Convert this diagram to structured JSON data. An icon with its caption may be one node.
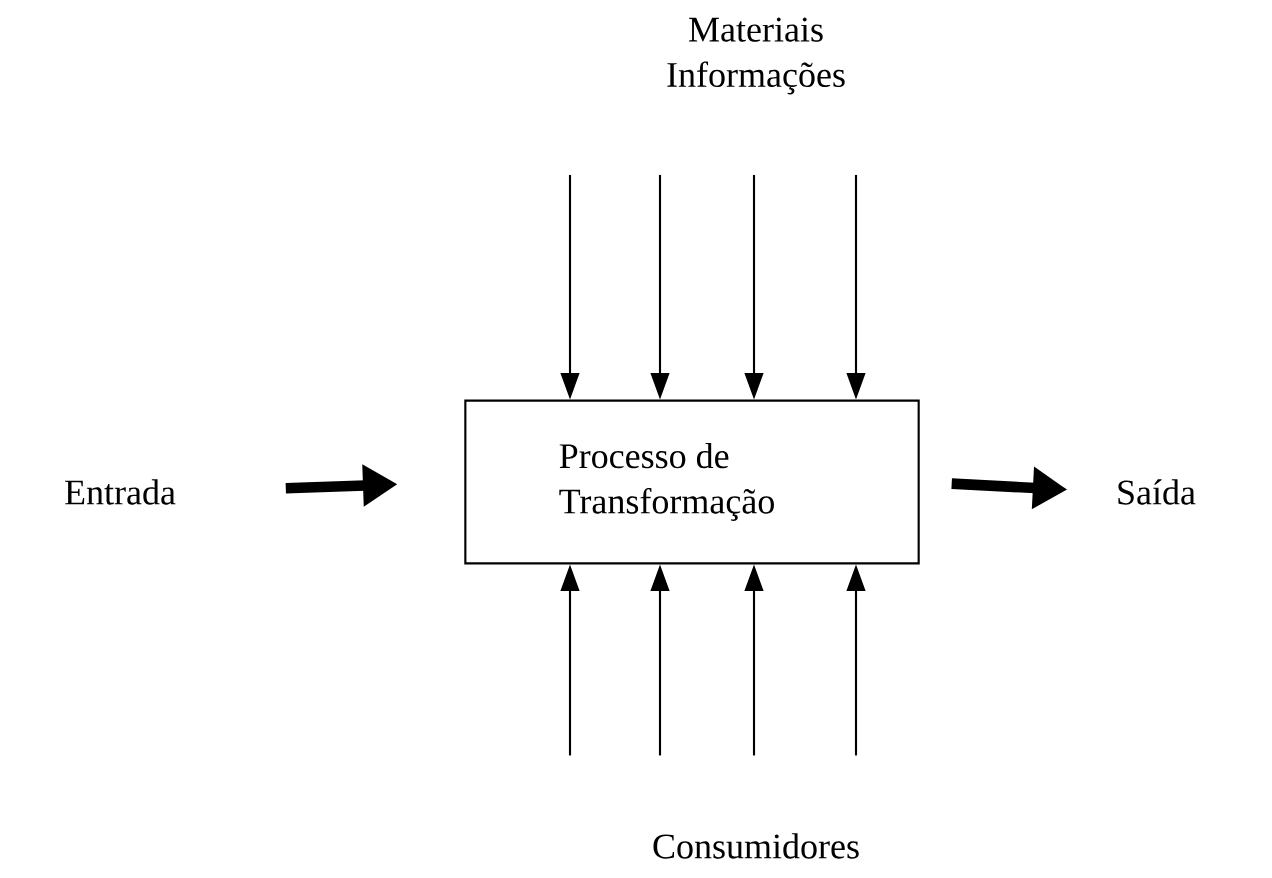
{
  "diagram": {
    "nodes": [
      {
        "text": [
          "Materiais Informações"
        ]
      },
      {
        "text": [
          "Entrada"
        ]
      },
      {
        "text": [
          "Processo de Transformação"
        ]
      },
      {
        "text": [
          "Saída"
        ]
      },
      {
        "text": [
          "Consumidores"
        ]
      }
    ],
    "edges": [
      {
        "from": 1,
        "to": 2,
        "arrow": "to",
        "style": "thick"
      },
      {
        "from": 2,
        "to": 3,
        "arrow": "to",
        "style": "thick"
      },
      {
        "from": 0,
        "to": 2,
        "arrow": "to"
      },
      {
        "from": 0,
        "to": 2,
        "arrow": "to"
      },
      {
        "from": 0,
        "to": 2,
        "arrow": "to"
      },
      {
        "from": 0,
        "to": 2,
        "arrow": "to"
      },
      {
        "from": 4,
        "to": 2,
        "arrow": "to"
      },
      {
        "from": 4,
        "to": 2,
        "arrow": "to"
      },
      {
        "from": 4,
        "to": 2,
        "arrow": "to"
      },
      {
        "from": 4,
        "to": 2,
        "arrow": "to"
      }
    ]
  }
}
